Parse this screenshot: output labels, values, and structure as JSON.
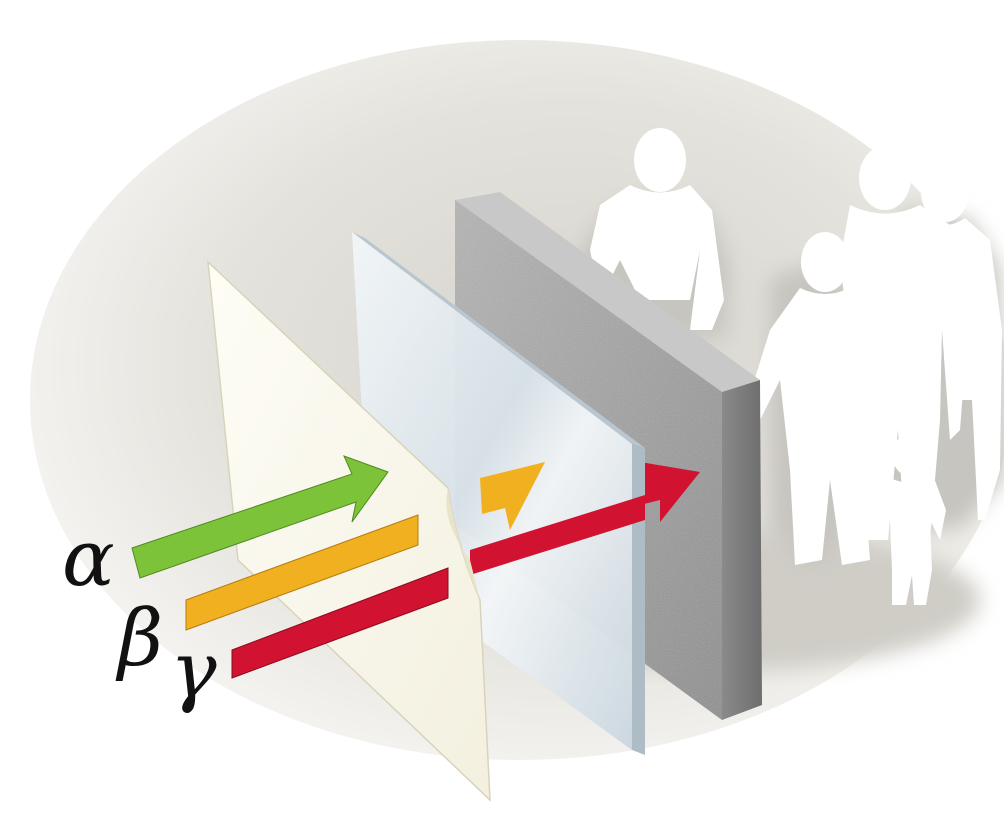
{
  "labels": {
    "alpha": "α",
    "beta": "β",
    "gamma": "γ"
  },
  "colors": {
    "alpha_arrow": "#7dc33a",
    "beta_arrow": "#f0b020",
    "gamma_arrow": "#d11230",
    "paper": "#fbf9ee",
    "glass": "#dfe8ee",
    "concrete": "#9a9a9a",
    "backdrop": "#e6e4de"
  },
  "icons": [
    "paper-sheet",
    "glass-pane",
    "concrete-wall",
    "family-silhouette"
  ]
}
